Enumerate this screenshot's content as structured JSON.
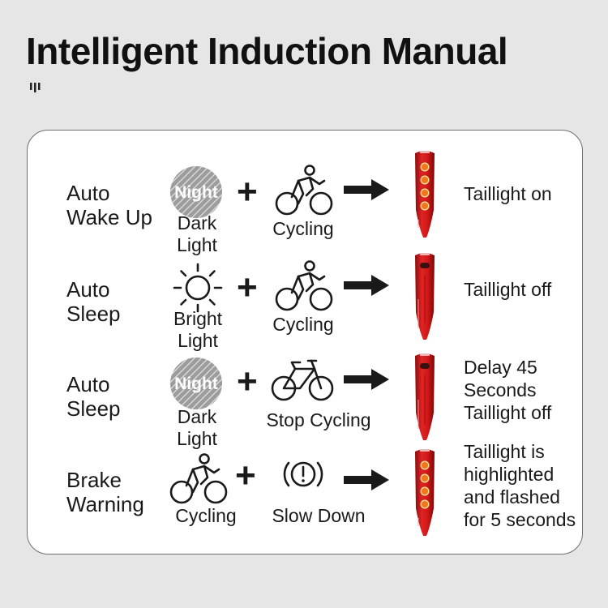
{
  "title": "Intelligent Induction Manual",
  "rows": [
    {
      "mode": [
        "Auto",
        "Wake Up"
      ],
      "condition": {
        "icon": "night-icon",
        "badge": "Night",
        "caption": [
          "Dark",
          "Light"
        ]
      },
      "action": {
        "icon": "cyclist-icon",
        "caption": "Cycling"
      },
      "taillight": "leds-on",
      "result": [
        "Taillight on"
      ]
    },
    {
      "mode": [
        "Auto",
        "Sleep"
      ],
      "condition": {
        "icon": "sun-icon",
        "caption": [
          "Bright",
          "Light"
        ]
      },
      "action": {
        "icon": "cyclist-icon",
        "caption": "Cycling"
      },
      "taillight": "leds-off",
      "result": [
        "Taillight off"
      ]
    },
    {
      "mode": [
        "Auto",
        "Sleep"
      ],
      "condition": {
        "icon": "night-icon",
        "badge": "Night",
        "caption": [
          "Dark",
          "Light"
        ]
      },
      "action": {
        "icon": "bicycle-icon",
        "caption": "Stop Cycling"
      },
      "taillight": "leds-off",
      "result": [
        "Delay 45",
        "Seconds",
        "Taillight off"
      ]
    },
    {
      "mode": [
        "Brake",
        "Warning"
      ],
      "condition": {
        "icon": "cyclist-icon",
        "caption": [
          "Cycling"
        ]
      },
      "action": {
        "icon": "brake-warning-icon",
        "caption": "Slow Down"
      },
      "taillight": "leds-flashing",
      "result": [
        "Taillight is",
        "highlighted",
        "and flashed",
        "for 5 seconds"
      ]
    }
  ],
  "plus_symbol": "+",
  "colors": {
    "taillight": "#d41a1a",
    "led": "#f07818",
    "text": "#1a1a1a"
  }
}
